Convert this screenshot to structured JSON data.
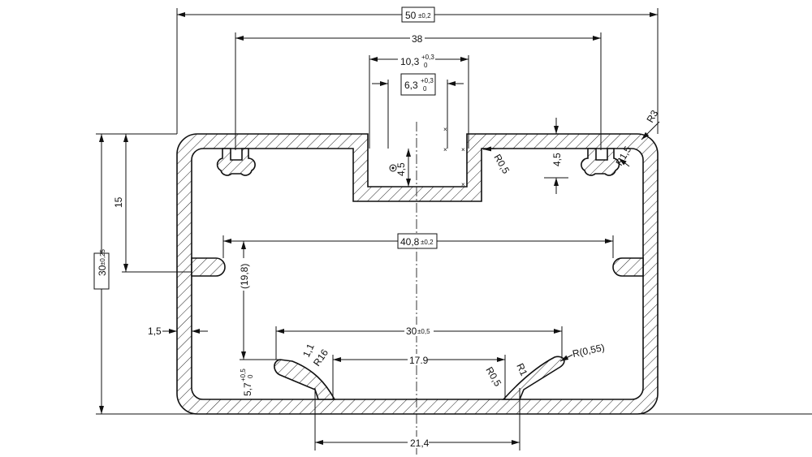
{
  "drawing": {
    "overall_width": {
      "value": "50",
      "tol": "±0,2"
    },
    "slot_spacing": {
      "value": "38"
    },
    "channel_outer": {
      "value": "10,3",
      "tol_upper": "+0,3",
      "tol_lower": "0"
    },
    "channel_inner": {
      "value": "6,3",
      "tol_upper": "+0,3",
      "tol_lower": "0"
    },
    "channel_depth": {
      "value": "4,5"
    },
    "channel_radius": {
      "value": "R0,5"
    },
    "slot_depth": {
      "value": "4,5"
    },
    "slot_radius": {
      "value": "R1,5"
    },
    "corner_radius": {
      "value": "R3"
    },
    "half_height": {
      "value": "15"
    },
    "overall_height": {
      "value": "30",
      "tol": "±0,25"
    },
    "inner_width": {
      "value": "40,8",
      "tol": "±0,2"
    },
    "rib_height": {
      "value": "(19,8)"
    },
    "wall": {
      "value": "1,5"
    },
    "rib_spacing": {
      "value": "30",
      "tol": "±0,5"
    },
    "rib_thickness": {
      "value": "1,1"
    },
    "rib_radius_left": {
      "value": "R16"
    },
    "rib_gap": {
      "value": "17.9"
    },
    "rib_root_radius": {
      "value": "R0,5"
    },
    "rib_radius_right": {
      "value": "R1"
    },
    "rib_tip_radius": {
      "value": "R(0,55)"
    },
    "rib_offset": {
      "value": "5,7",
      "tol_upper": "+0,5",
      "tol_lower": "0"
    },
    "rib_base_spacing": {
      "value": "21,4"
    }
  }
}
